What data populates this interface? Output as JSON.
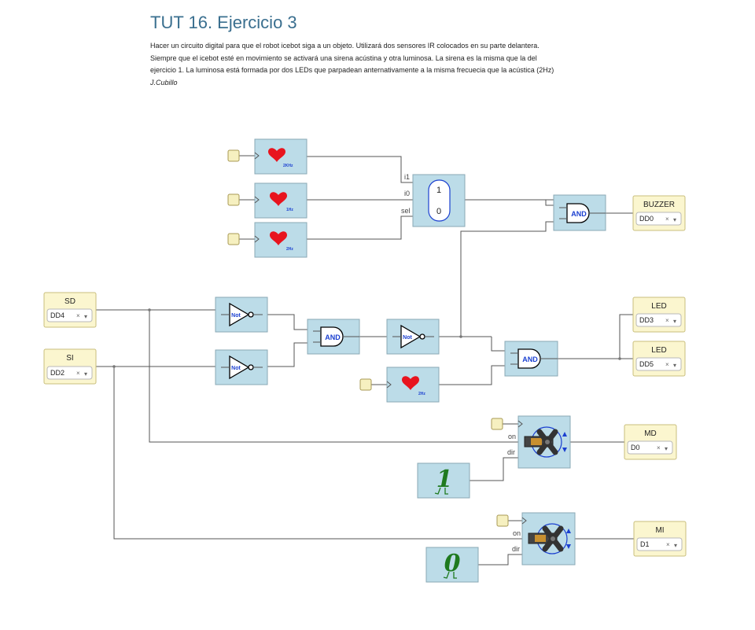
{
  "title": "TUT 16. Ejercicio 3",
  "description": [
    "Hacer un circuito digital para que el robot icebot siga a un objeto. Utilizará dos sensores IR colocados en su parte delantera.",
    "Siempre que el icebot esté en movimiento se activará una sirena acústina y otra luminosa. La sirena es la misma que la del",
    "ejercicio 1. La luminosa está formada por dos LEDs que parpadean anternativamente a la misma frecuecia que la acústica (2Hz)"
  ],
  "author": "J.Cubillo",
  "clocks": {
    "c1": "2KHz",
    "c2": "1Hz",
    "c3": "2Hz",
    "c4": "2Hz"
  },
  "mux": {
    "in1": "i1",
    "in0": "i0",
    "sel": "sel",
    "top": "1",
    "bottom": "0"
  },
  "gates": {
    "not": "Not",
    "and": "AND"
  },
  "servo": {
    "on": "on",
    "dir": "dir"
  },
  "constants": {
    "md": "1",
    "mi": "0"
  },
  "inputs": {
    "sd": {
      "title": "SD",
      "pin": "DD4"
    },
    "si": {
      "title": "SI",
      "pin": "DD2"
    }
  },
  "outputs": {
    "buzzer": {
      "title": "BUZZER",
      "pin": "DD0"
    },
    "led1": {
      "title": "LED",
      "pin": "DD3"
    },
    "led2": {
      "title": "LED",
      "pin": "DD5"
    },
    "md": {
      "title": "MD",
      "pin": "D0"
    },
    "mi": {
      "title": "MI",
      "pin": "D1"
    }
  },
  "select_clear": "×",
  "select_arrow": "▾",
  "colors": {
    "block": "#bcdce8",
    "io": "#fbf6cf",
    "heart": "#e8141e",
    "and_text": "#1a3fd0",
    "constant": "#1f7a1f"
  }
}
